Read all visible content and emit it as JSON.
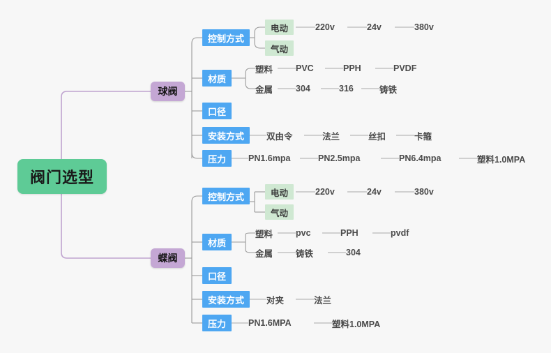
{
  "canvas": {
    "background": "#f7f7f7",
    "root_color": "#5ecb96",
    "level2_color": "#c4a7d4",
    "level3_color": "#4ea7f2",
    "chip_color": "#cfe8d2",
    "wire_root_color": "#bfa3cf",
    "wire_color": "#9a9a9a"
  },
  "root": {
    "label": "阀门选型"
  },
  "branches": [
    {
      "id": "ball-valve",
      "label": "球阀",
      "topics": [
        {
          "id": "control-method",
          "label": "控制方式",
          "chips": [
            {
              "label": "电动",
              "leaves": [
                "220v",
                "24v",
                "380v"
              ]
            },
            {
              "label": "气动",
              "leaves": []
            }
          ],
          "groups": [],
          "leaves": []
        },
        {
          "id": "material",
          "label": "材质",
          "chips": [],
          "groups": [
            {
              "label": "塑料",
              "leaves": [
                "PVC",
                "PPH",
                "PVDF"
              ]
            },
            {
              "label": "金属",
              "leaves": [
                "304",
                "316",
                "铸铁"
              ]
            }
          ],
          "leaves": []
        },
        {
          "id": "caliber",
          "label": "口径",
          "chips": [],
          "groups": [],
          "leaves": []
        },
        {
          "id": "installation",
          "label": "安装方式",
          "chips": [],
          "groups": [],
          "leaves": [
            "双由令",
            "法兰",
            "丝扣",
            "卡箍"
          ]
        },
        {
          "id": "pressure",
          "label": "压力",
          "chips": [],
          "groups": [],
          "leaves": [
            "PN1.6mpa",
            "PN2.5mpa",
            "PN6.4mpa",
            "塑料1.0MPA"
          ]
        }
      ]
    },
    {
      "id": "butterfly-valve",
      "label": "蝶阀",
      "topics": [
        {
          "id": "control-method",
          "label": "控制方式",
          "chips": [
            {
              "label": "电动",
              "leaves": [
                "220v",
                "24v",
                "380v"
              ]
            },
            {
              "label": "气动",
              "leaves": []
            }
          ],
          "groups": [],
          "leaves": []
        },
        {
          "id": "material",
          "label": "材质",
          "chips": [],
          "groups": [
            {
              "label": "塑料",
              "leaves": [
                "pvc",
                "PPH",
                "pvdf"
              ]
            },
            {
              "label": "金属",
              "leaves": [
                "铸铁",
                "304"
              ]
            }
          ],
          "leaves": []
        },
        {
          "id": "caliber",
          "label": "口径",
          "chips": [],
          "groups": [],
          "leaves": []
        },
        {
          "id": "installation",
          "label": "安装方式",
          "chips": [],
          "groups": [],
          "leaves": [
            "对夹",
            "法兰"
          ]
        },
        {
          "id": "pressure",
          "label": "压力",
          "chips": [],
          "groups": [],
          "leaves": [
            "PN1.6MPA",
            "塑料1.0MPA"
          ]
        }
      ]
    }
  ]
}
